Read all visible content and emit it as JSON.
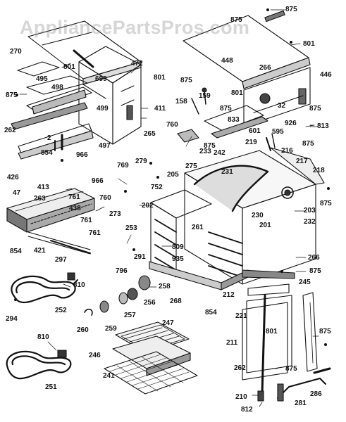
{
  "watermark": "AppliancePartsPros.com",
  "labels": [
    {
      "id": "l875a",
      "text": "875"
    },
    {
      "id": "l875b",
      "text": "875"
    },
    {
      "id": "l801a",
      "text": "801"
    },
    {
      "id": "l270",
      "text": "270"
    },
    {
      "id": "l801b",
      "text": "801"
    },
    {
      "id": "l472",
      "text": "472"
    },
    {
      "id": "l495",
      "text": "495"
    },
    {
      "id": "l699",
      "text": "699"
    },
    {
      "id": "l498",
      "text": "498"
    },
    {
      "id": "l875c",
      "text": "875"
    },
    {
      "id": "l801c",
      "text": "801"
    },
    {
      "id": "l448",
      "text": "448"
    },
    {
      "id": "l266a",
      "text": "266"
    },
    {
      "id": "l446",
      "text": "446"
    },
    {
      "id": "l875d",
      "text": "875"
    },
    {
      "id": "l159",
      "text": "159"
    },
    {
      "id": "l801d",
      "text": "801"
    },
    {
      "id": "l499",
      "text": "499"
    },
    {
      "id": "l411",
      "text": "411"
    },
    {
      "id": "l158",
      "text": "158"
    },
    {
      "id": "l875e",
      "text": "875"
    },
    {
      "id": "l32",
      "text": "32"
    },
    {
      "id": "l875f",
      "text": "875"
    },
    {
      "id": "l262a",
      "text": "262"
    },
    {
      "id": "l760a",
      "text": "760"
    },
    {
      "id": "l833",
      "text": "833"
    },
    {
      "id": "l926",
      "text": "926"
    },
    {
      "id": "l813",
      "text": "813"
    },
    {
      "id": "l2",
      "text": "2"
    },
    {
      "id": "l497",
      "text": "497"
    },
    {
      "id": "l265",
      "text": "265"
    },
    {
      "id": "l601",
      "text": "601"
    },
    {
      "id": "l595",
      "text": "595"
    },
    {
      "id": "l854a",
      "text": "854"
    },
    {
      "id": "l966a",
      "text": "966"
    },
    {
      "id": "l875g",
      "text": "875"
    },
    {
      "id": "l242",
      "text": "242"
    },
    {
      "id": "l219",
      "text": "219"
    },
    {
      "id": "l875h",
      "text": "875"
    },
    {
      "id": "l769",
      "text": "769"
    },
    {
      "id": "l216",
      "text": "216"
    },
    {
      "id": "l279",
      "text": "279"
    },
    {
      "id": "l275",
      "text": "275"
    },
    {
      "id": "l233",
      "text": "233"
    },
    {
      "id": "l217",
      "text": "217"
    },
    {
      "id": "l426",
      "text": "426"
    },
    {
      "id": "l231",
      "text": "231"
    },
    {
      "id": "l218",
      "text": "218"
    },
    {
      "id": "l205",
      "text": "205"
    },
    {
      "id": "l966b",
      "text": "966"
    },
    {
      "id": "l752",
      "text": "752"
    },
    {
      "id": "l413",
      "text": "413"
    },
    {
      "id": "l47",
      "text": "47"
    },
    {
      "id": "l761a",
      "text": "761"
    },
    {
      "id": "l760b",
      "text": "760"
    },
    {
      "id": "l875i",
      "text": "875"
    },
    {
      "id": "l263",
      "text": "263"
    },
    {
      "id": "l438",
      "text": "438"
    },
    {
      "id": "l202",
      "text": "202"
    },
    {
      "id": "l203",
      "text": "203"
    },
    {
      "id": "l273",
      "text": "273"
    },
    {
      "id": "l761b",
      "text": "761"
    },
    {
      "id": "l230",
      "text": "230"
    },
    {
      "id": "l232",
      "text": "232"
    },
    {
      "id": "l261",
      "text": "261"
    },
    {
      "id": "l201",
      "text": "201"
    },
    {
      "id": "l761c",
      "text": "761"
    },
    {
      "id": "l253",
      "text": "253"
    },
    {
      "id": "l854b",
      "text": "854"
    },
    {
      "id": "l421",
      "text": "421"
    },
    {
      "id": "l809",
      "text": "809"
    },
    {
      "id": "l291",
      "text": "291"
    },
    {
      "id": "l935",
      "text": "935"
    },
    {
      "id": "l297",
      "text": "297"
    },
    {
      "id": "l266b",
      "text": "266"
    },
    {
      "id": "l796",
      "text": "796"
    },
    {
      "id": "l875j",
      "text": "875"
    },
    {
      "id": "l810a",
      "text": "810"
    },
    {
      "id": "l258",
      "text": "258"
    },
    {
      "id": "l245",
      "text": "245"
    },
    {
      "id": "l212",
      "text": "212"
    },
    {
      "id": "l256",
      "text": "256"
    },
    {
      "id": "l268",
      "text": "268"
    },
    {
      "id": "l854c",
      "text": "854"
    },
    {
      "id": "l221",
      "text": "221"
    },
    {
      "id": "l252",
      "text": "252"
    },
    {
      "id": "l294",
      "text": "294"
    },
    {
      "id": "l257",
      "text": "257"
    },
    {
      "id": "l260",
      "text": "260"
    },
    {
      "id": "l259",
      "text": "259"
    },
    {
      "id": "l801e",
      "text": "801"
    },
    {
      "id": "l247",
      "text": "247"
    },
    {
      "id": "l875k",
      "text": "875"
    },
    {
      "id": "l211",
      "text": "211"
    },
    {
      "id": "l810b",
      "text": "810"
    },
    {
      "id": "l246",
      "text": "246"
    },
    {
      "id": "l262b",
      "text": "262"
    },
    {
      "id": "l875l",
      "text": "875"
    },
    {
      "id": "l241",
      "text": "241"
    },
    {
      "id": "l251",
      "text": "251"
    },
    {
      "id": "l286",
      "text": "286"
    },
    {
      "id": "l210",
      "text": "210"
    },
    {
      "id": "l281",
      "text": "281"
    },
    {
      "id": "l812",
      "text": "812"
    }
  ]
}
